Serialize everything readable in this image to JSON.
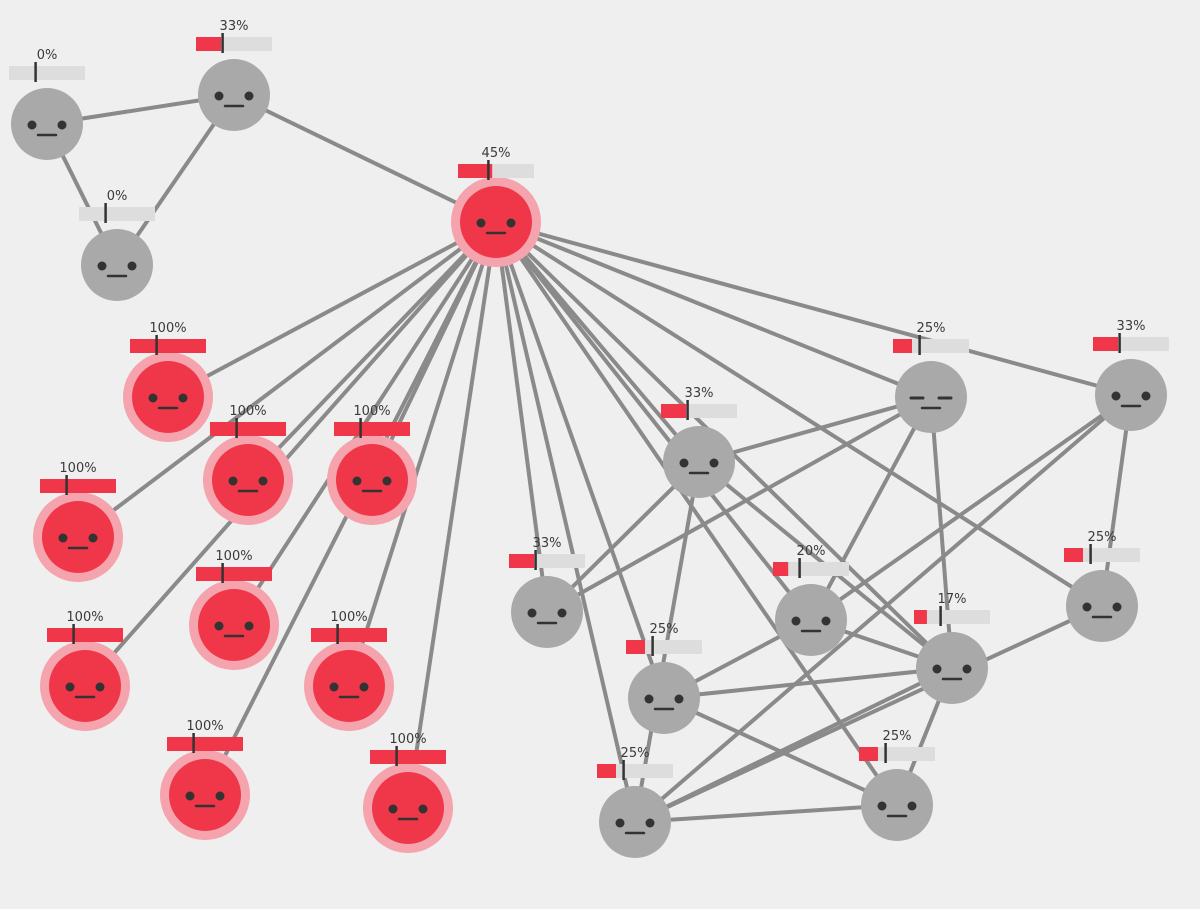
{
  "colors": {
    "background": "#efefef",
    "edge": "#8a8a8a",
    "node_gray": "#a9a9a9",
    "node_red": "#f0374a",
    "halo_red": "#f5a3ad",
    "bar_bg": "#dddddd",
    "bar_fill": "#f0374a",
    "threshold_mark": "#333333",
    "face": "#333333"
  },
  "nodes": [
    {
      "id": "n0",
      "label": "0%",
      "level": 0.0,
      "threshold": 0.35,
      "state": "gray",
      "face": "neutral"
    },
    {
      "id": "n1",
      "label": "33%",
      "level": 0.33,
      "threshold": 0.35,
      "state": "gray",
      "face": "neutral"
    },
    {
      "id": "n2",
      "label": "0%",
      "level": 0.0,
      "threshold": 0.35,
      "state": "gray",
      "face": "neutral"
    },
    {
      "id": "n3",
      "label": "45%",
      "level": 0.45,
      "threshold": 0.4,
      "state": "red",
      "face": "neutral"
    },
    {
      "id": "n4",
      "label": "100%",
      "level": 1.0,
      "threshold": 0.35,
      "state": "red",
      "face": "neutral"
    },
    {
      "id": "n5",
      "label": "100%",
      "level": 1.0,
      "threshold": 0.35,
      "state": "red",
      "face": "neutral"
    },
    {
      "id": "n6",
      "label": "100%",
      "level": 1.0,
      "threshold": 0.35,
      "state": "red",
      "face": "neutral"
    },
    {
      "id": "n7",
      "label": "100%",
      "level": 1.0,
      "threshold": 0.35,
      "state": "red",
      "face": "neutral"
    },
    {
      "id": "n8",
      "label": "100%",
      "level": 1.0,
      "threshold": 0.35,
      "state": "red",
      "face": "neutral"
    },
    {
      "id": "n9",
      "label": "100%",
      "level": 1.0,
      "threshold": 0.35,
      "state": "red",
      "face": "neutral"
    },
    {
      "id": "n10",
      "label": "100%",
      "level": 1.0,
      "threshold": 0.35,
      "state": "red",
      "face": "neutral"
    },
    {
      "id": "n11",
      "label": "100%",
      "level": 1.0,
      "threshold": 0.35,
      "state": "red",
      "face": "neutral"
    },
    {
      "id": "n12",
      "label": "100%",
      "level": 1.0,
      "threshold": 0.35,
      "state": "red",
      "face": "neutral"
    },
    {
      "id": "n13",
      "label": "25%",
      "level": 0.25,
      "threshold": 0.35,
      "state": "gray",
      "face": "sleepy"
    },
    {
      "id": "n14",
      "label": "33%",
      "level": 0.33,
      "threshold": 0.35,
      "state": "gray",
      "face": "neutral"
    },
    {
      "id": "n15",
      "label": "33%",
      "level": 0.33,
      "threshold": 0.35,
      "state": "gray",
      "face": "neutral"
    },
    {
      "id": "n16",
      "label": "33%",
      "level": 0.33,
      "threshold": 0.35,
      "state": "gray",
      "face": "neutral"
    },
    {
      "id": "n17",
      "label": "20%",
      "level": 0.2,
      "threshold": 0.35,
      "state": "gray",
      "face": "neutral"
    },
    {
      "id": "n18",
      "label": "25%",
      "level": 0.25,
      "threshold": 0.35,
      "state": "gray",
      "face": "neutral"
    },
    {
      "id": "n19",
      "label": "17%",
      "level": 0.17,
      "threshold": 0.35,
      "state": "gray",
      "face": "neutral"
    },
    {
      "id": "n20",
      "label": "25%",
      "level": 0.25,
      "threshold": 0.35,
      "state": "gray",
      "face": "neutral"
    },
    {
      "id": "n21",
      "label": "25%",
      "level": 0.25,
      "threshold": 0.35,
      "state": "gray",
      "face": "neutral"
    },
    {
      "id": "n22",
      "label": "25%",
      "level": 0.25,
      "threshold": 0.35,
      "state": "gray",
      "face": "neutral"
    }
  ],
  "edges": [
    [
      "n0",
      "n1"
    ],
    [
      "n0",
      "n2"
    ],
    [
      "n1",
      "n2"
    ],
    [
      "n1",
      "n3"
    ],
    [
      "n3",
      "n4"
    ],
    [
      "n3",
      "n5"
    ],
    [
      "n3",
      "n6"
    ],
    [
      "n3",
      "n7"
    ],
    [
      "n3",
      "n8"
    ],
    [
      "n3",
      "n9"
    ],
    [
      "n3",
      "n10"
    ],
    [
      "n3",
      "n11"
    ],
    [
      "n3",
      "n12"
    ],
    [
      "n3",
      "n13"
    ],
    [
      "n3",
      "n14"
    ],
    [
      "n3",
      "n15"
    ],
    [
      "n3",
      "n16"
    ],
    [
      "n3",
      "n17"
    ],
    [
      "n3",
      "n18"
    ],
    [
      "n3",
      "n19"
    ],
    [
      "n3",
      "n20"
    ],
    [
      "n3",
      "n21"
    ],
    [
      "n3",
      "n22"
    ],
    [
      "n13",
      "n15"
    ],
    [
      "n13",
      "n16"
    ],
    [
      "n13",
      "n17"
    ],
    [
      "n14",
      "n17"
    ],
    [
      "n14",
      "n20"
    ],
    [
      "n13",
      "n19"
    ],
    [
      "n15",
      "n16"
    ],
    [
      "n15",
      "n19"
    ],
    [
      "n15",
      "n21"
    ],
    [
      "n17",
      "n18"
    ],
    [
      "n17",
      "n19"
    ],
    [
      "n18",
      "n19"
    ],
    [
      "n19",
      "n22"
    ],
    [
      "n19",
      "n21"
    ],
    [
      "n18",
      "n22"
    ],
    [
      "n22",
      "n21"
    ],
    [
      "n20",
      "n21"
    ],
    [
      "n14",
      "n21"
    ]
  ]
}
